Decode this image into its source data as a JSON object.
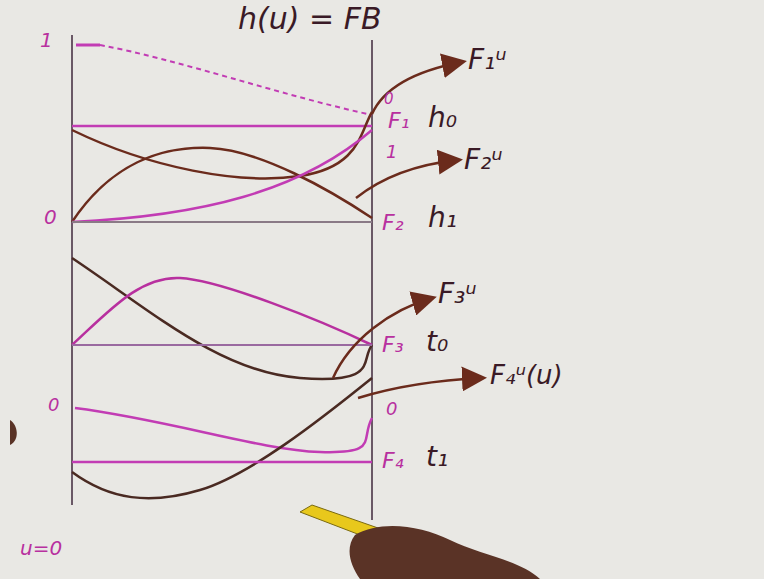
{
  "diagram": {
    "title": "h(u) = FB",
    "labels": [
      "1",
      "0",
      "F₁ᵘ",
      "0",
      "F₁",
      "h₀",
      "1",
      "F₂ᵘ",
      "F₂",
      "h₁",
      "F₃ᵘ",
      "F₃",
      "t₀",
      "0",
      "F₄ᵘ(u)",
      "0",
      "F₄",
      "t₁",
      "u=0"
    ]
  }
}
